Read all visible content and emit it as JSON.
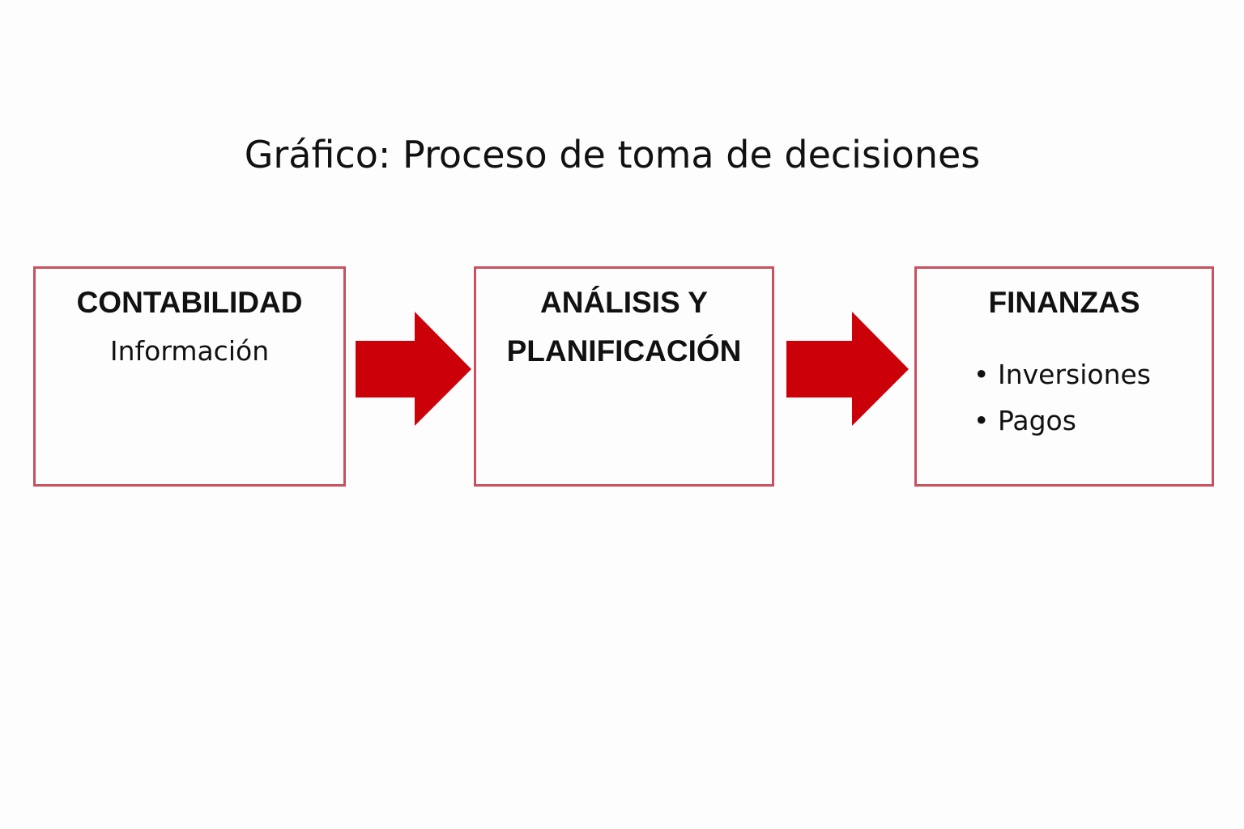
{
  "title": "Gráfico: Proceso de toma de decisiones",
  "boxes": [
    {
      "heading": "CONTABILIDAD",
      "text": "Información"
    },
    {
      "heading_line1": "ANÁLISIS Y",
      "heading_line2": "PLANIFICACIÓN"
    },
    {
      "heading": "FINANZAS",
      "items": [
        "Inversiones",
        "Pagos"
      ]
    }
  ],
  "colors": {
    "arrow": "#cc0008",
    "border": "#c9505e"
  }
}
